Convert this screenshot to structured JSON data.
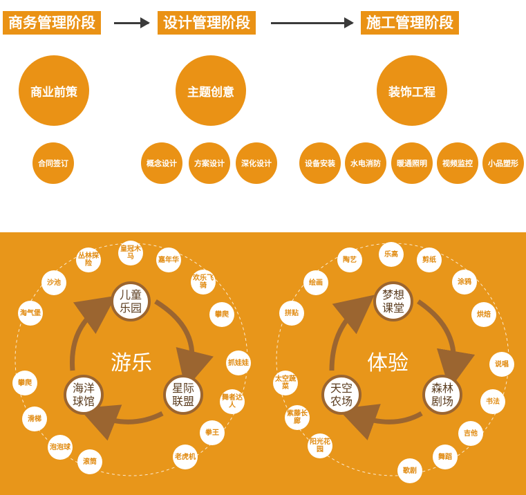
{
  "stages": [
    {
      "label": "商务管理阶段",
      "main": "商业前策",
      "subs": [
        "合同签订"
      ]
    },
    {
      "label": "设计管理阶段",
      "main": "主题创意",
      "subs": [
        "概念设计",
        "方案设计",
        "深化设计"
      ]
    },
    {
      "label": "施工管理阶段",
      "main": "装饰工程",
      "subs": [
        "设备安装",
        "水电消防",
        "暖通照明",
        "视频监控",
        "小品塑形"
      ]
    }
  ],
  "left_cycle": {
    "center": "游乐",
    "hubs": [
      "儿童乐园",
      "星际联盟",
      "海洋球馆"
    ],
    "nodes": [
      "丛林探险",
      "皇冠木马",
      "嘉年华",
      "欢乐飞骑",
      "攀爬",
      "抓娃娃",
      "舞者达人",
      "拳王",
      "老虎机",
      "滚筒",
      "泡泡球",
      "滑梯",
      "攀爬",
      "淘气堡",
      "沙池"
    ]
  },
  "right_cycle": {
    "center": "体验",
    "hubs": [
      "梦想课堂",
      "森林剧场",
      "天空农场"
    ],
    "nodes": [
      "陶艺",
      "乐高",
      "剪纸",
      "涂鸦",
      "烘焙",
      "说唱",
      "书法",
      "吉他",
      "舞蹈",
      "歌剧",
      "阳光花园",
      "紫藤长廊",
      "太空蔬菜",
      "拼贴",
      "绘画"
    ]
  },
  "colors": {
    "accent": "#ea9215",
    "panel": "#e8961a",
    "arrow": "#9b6530"
  }
}
